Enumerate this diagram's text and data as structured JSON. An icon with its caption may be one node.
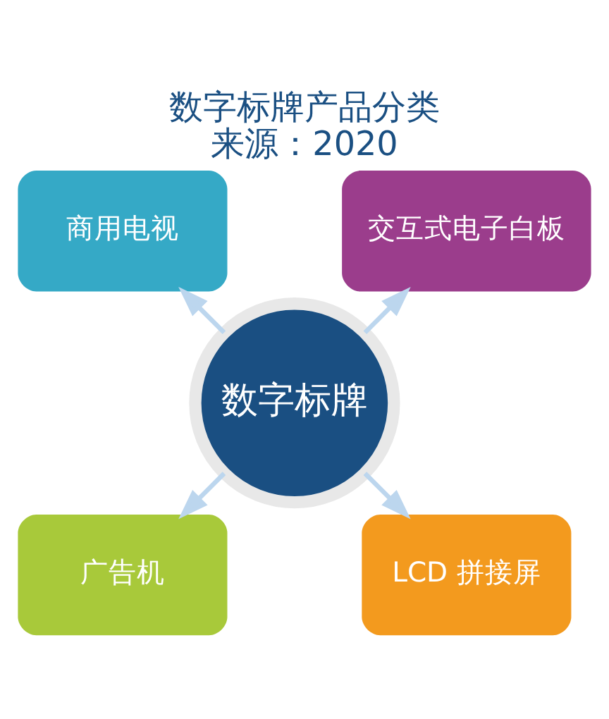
{
  "diagram": {
    "title": "数字标牌产品分类",
    "caption": "来源：2020",
    "nodes": [
      {
        "text": [
          "交互式电子白板"
        ]
      },
      {
        "text": [
          "商用电视"
        ]
      },
      {
        "text": [
          "数字标牌"
        ]
      },
      {
        "text": [
          "广告机"
        ]
      },
      {
        "text": [
          "LCD 拼接屏"
        ]
      }
    ],
    "edges": [
      {
        "from": 2,
        "to": 0,
        "arrow": "to"
      },
      {
        "from": 2,
        "to": 3,
        "arrow": "to"
      },
      {
        "from": 2,
        "to": 4,
        "arrow": "to"
      },
      {
        "from": 2,
        "to": 1,
        "arrow": "to"
      }
    ]
  }
}
